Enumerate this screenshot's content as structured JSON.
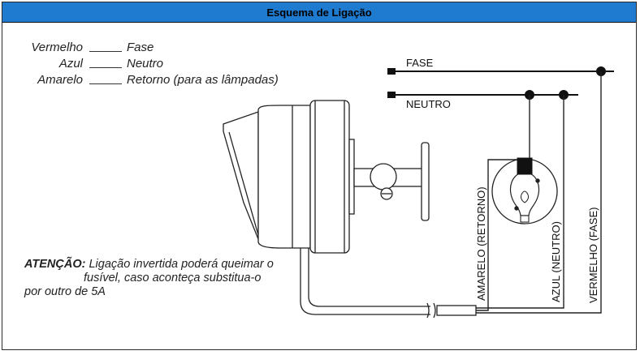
{
  "title": "Esquema de Ligação",
  "legend": [
    {
      "color": "Vermelho",
      "meaning": "Fase"
    },
    {
      "color": "Azul",
      "meaning": "Neutro"
    },
    {
      "color": "Amarelo",
      "meaning": "Retorno (para as lâmpadas)"
    }
  ],
  "buses": {
    "fase": "FASE",
    "neutro": "NEUTRO"
  },
  "wires": {
    "amarelo": "AMARELO (RETORNO)",
    "azul": "AZUL (NEUTRO)",
    "vermelho": "VERMELHO (FASE)"
  },
  "warning": {
    "label": "ATENÇÃO:",
    "line1": "Ligação invertida poderá queimar o",
    "line2": "fusível, caso aconteça substitua-o",
    "line3": "por outro de 5A"
  }
}
